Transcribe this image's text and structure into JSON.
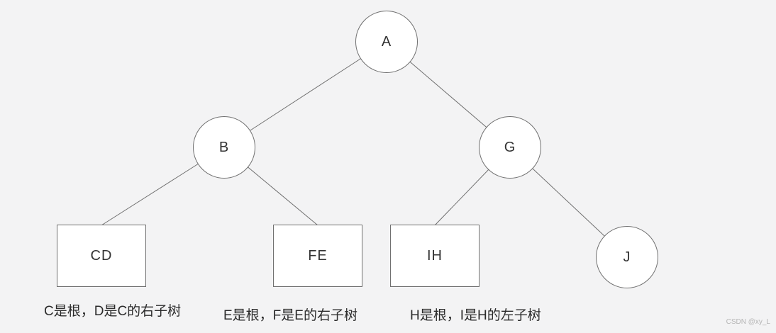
{
  "diagram": {
    "nodes": {
      "a": {
        "label": "A",
        "shape": "circle"
      },
      "b": {
        "label": "B",
        "shape": "circle"
      },
      "g": {
        "label": "G",
        "shape": "circle"
      },
      "cd": {
        "label": "CD",
        "shape": "rect"
      },
      "fe": {
        "label": "FE",
        "shape": "rect"
      },
      "ih": {
        "label": "IH",
        "shape": "rect"
      },
      "j": {
        "label": "J",
        "shape": "circle"
      }
    },
    "edges": [
      {
        "from": "a",
        "to": "b"
      },
      {
        "from": "a",
        "to": "g"
      },
      {
        "from": "b",
        "to": "cd"
      },
      {
        "from": "b",
        "to": "fe"
      },
      {
        "from": "g",
        "to": "ih"
      },
      {
        "from": "g",
        "to": "j"
      }
    ],
    "annotations": {
      "cd": "C是根，D是C的右子树",
      "fe": "E是根，F是E的右子树",
      "ih": "H是根，I是H的左子树"
    },
    "watermark": "CSDN @xy_L",
    "colors": {
      "background": "#f3f3f4",
      "stroke": "#707070",
      "node_fill": "#ffffff",
      "node_text": "#333333",
      "caption_text": "#2b2b2b",
      "watermark_text": "#b5b5b5"
    }
  }
}
